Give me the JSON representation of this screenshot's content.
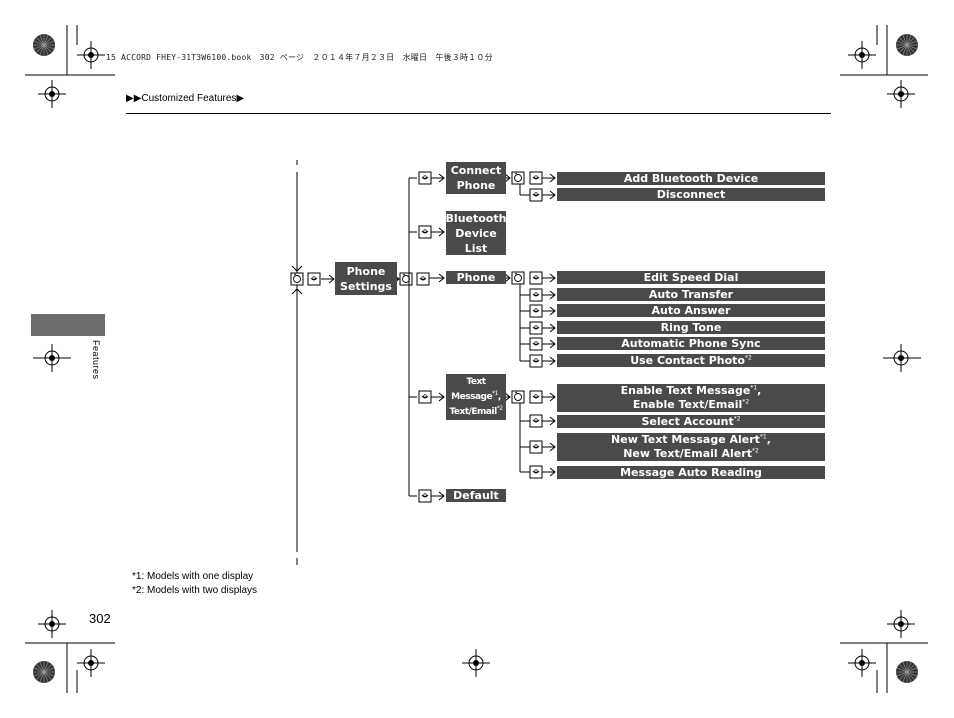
{
  "header": {
    "file_info": "15 ACCORD FHEY-31T3W6100.book　302 ページ　２０１４年７月２３日　水曜日　午後３時１０分",
    "breadcrumb_prefix": "▶▶",
    "breadcrumb": "Customized Features",
    "breadcrumb_suffix": "▶"
  },
  "side_tab": {
    "label": "Features"
  },
  "menu": {
    "root": "Phone Settings",
    "categories": {
      "connect_phone": "Connect Phone",
      "bluetooth_device_list": "Bluetooth Device List",
      "phone": "Phone",
      "text_message_line1": "Text",
      "text_message_line2": "Message",
      "text_email": "Text/Email",
      "default": "Default"
    },
    "connect_phone_items": [
      "Add Bluetooth Device",
      "Disconnect"
    ],
    "phone_items": [
      "Edit Speed Dial",
      "Auto Transfer",
      "Auto Answer",
      "Ring Tone",
      "Automatic Phone Sync"
    ],
    "use_contact_photo": "Use Contact Photo",
    "enable_text_message": "Enable Text Message",
    "enable_text_email": "Enable Text/Email",
    "select_account": "Select Account",
    "new_text_message_alert": "New Text Message Alert",
    "new_text_email_alert": "New Text/Email Alert",
    "message_auto_reading": "Message Auto Reading",
    "note1": "*1",
    "note2": "*2",
    "comma": ","
  },
  "footnotes": [
    "*1: Models with one display",
    "*2: Models with two displays"
  ],
  "page_number": "302"
}
